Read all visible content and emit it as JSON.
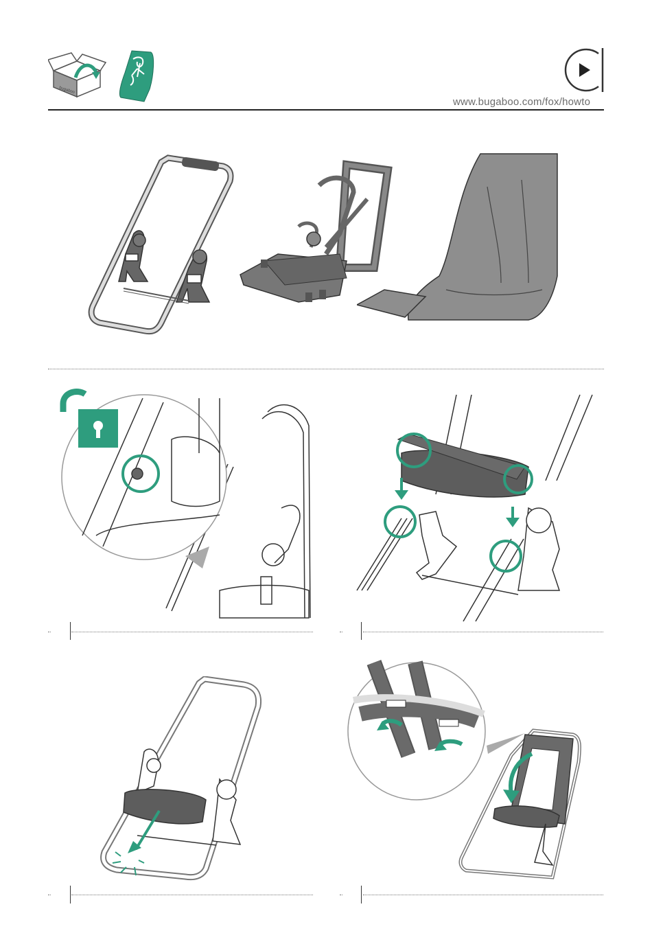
{
  "header": {
    "url": "www.bugaboo.com/fox/howto",
    "box_label": "bugaboo",
    "icons": [
      "unbox-icon",
      "seat-fabric-icon",
      "play-video-icon"
    ]
  },
  "parts": [
    "seat-frame",
    "seat-harness-insert",
    "seat-fabric"
  ],
  "steps": [
    {
      "id": "step-1",
      "icons": [
        "unlock-icon",
        "zoom-magnifier"
      ]
    },
    {
      "id": "step-2",
      "icons": [
        "down-arrow-icon",
        "highlight-circle"
      ]
    },
    {
      "id": "step-3",
      "icons": [
        "push-arrow-icon",
        "click-burst"
      ]
    },
    {
      "id": "step-4",
      "icons": [
        "rotate-arrow-icon",
        "zoom-magnifier"
      ]
    }
  ],
  "colors": {
    "accent": "#2e9d7e",
    "dark_part": "#5d5d5d",
    "fabric": "#8e8e8e",
    "line": "#333333"
  }
}
